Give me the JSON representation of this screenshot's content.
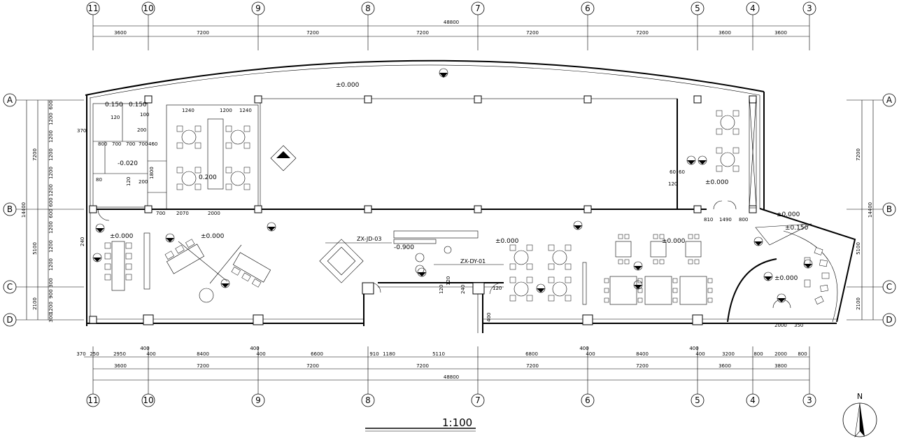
{
  "scale_label": "1:100",
  "north_label": "N",
  "grid_top": [
    "11",
    "10",
    "9",
    "8",
    "7",
    "6",
    "5",
    "4",
    "3"
  ],
  "grid_side": [
    "A",
    "B",
    "C",
    "D"
  ],
  "dims_top_total": "48800",
  "dims_top_spans": [
    "3600",
    "7200",
    "7200",
    "7200",
    "7200",
    "7200",
    "3600",
    "3600"
  ],
  "dims_bottom_detail": [
    "370",
    "250",
    "2950",
    "400",
    "400",
    "8400",
    "400",
    "400",
    "6600",
    "910",
    "1180",
    "5110",
    "6800",
    "400",
    "400",
    "8400",
    "400",
    "400",
    "3200",
    "800",
    "2000",
    "800"
  ],
  "dims_bottom_spans": [
    "3600",
    "7200",
    "7200",
    "7200",
    "7200",
    "7200",
    "3600",
    "3800"
  ],
  "dims_bottom_total": "48800",
  "dims_left_total": "14400",
  "dims_left_upper": "7200",
  "dims_left_mid": "5100",
  "dims_left_low": "2100",
  "dims_left_detail": [
    "600",
    "1200",
    "1200",
    "1200",
    "1200",
    "1200",
    "600",
    "600",
    "1200",
    "1200",
    "1200",
    "300",
    "900",
    "1200",
    "300"
  ],
  "dims_right_upper": "7200",
  "dims_right_total": "14400",
  "dims_right_mid": "5100",
  "dims_right_low": "2100",
  "levels": {
    "center_top": "±0.000",
    "right_top": "±0.000",
    "left_mid": "±0.000",
    "center_left": "±0.000",
    "mid_counter": "-0.900",
    "mid_right": "±0.000",
    "right_mid": "±0.000",
    "far_right_a": "±0.000",
    "far_right_b": "±0.000",
    "far_right_c": "±0.150",
    "room_upper": "0.200",
    "wc_a": "0.150",
    "wc_b": "0.150",
    "wc_low": "-0.020"
  },
  "room_dims": {
    "r1": "1240",
    "r2": "1200",
    "r3": "1240",
    "rb1": "700",
    "rb2": "2070",
    "rb3": "2000",
    "wc1": "370",
    "wc2": "800",
    "wc3": "700",
    "wc4": "700",
    "wc5": "700",
    "wc6": "120",
    "wc7": "100",
    "wc8": "460",
    "wc9": "200",
    "wc10": "1800",
    "wc11": "120",
    "wc12": "200",
    "wc13": "80",
    "right1": "810",
    "right2": "1490",
    "right3": "800",
    "right4": "60",
    "right5": "60",
    "right6": "120",
    "right7": "2000",
    "right8": "350",
    "c1": "120",
    "c2": "120",
    "c3": "240",
    "c4": "120",
    "c5": "400",
    "c6": "240"
  },
  "codes": {
    "code_a": "ZX-JD-03",
    "code_b": "ZX-DY-01"
  }
}
